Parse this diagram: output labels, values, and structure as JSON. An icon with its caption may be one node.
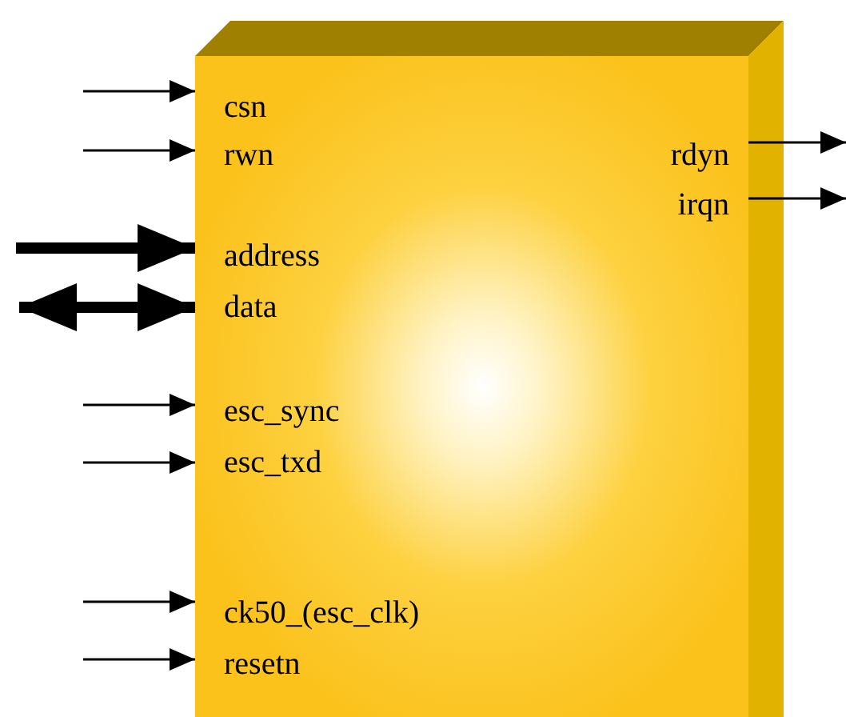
{
  "diagram": {
    "nodes": [
      {
        "text": [],
        "shape": "box"
      },
      {
        "text": [
          "csn"
        ],
        "in": 0
      },
      {
        "text": [
          "rwn"
        ],
        "in": 0
      },
      {
        "text": [
          "address"
        ],
        "in": 0
      },
      {
        "text": [
          "data"
        ],
        "in": 0
      },
      {
        "text": [
          "esc_sync"
        ],
        "in": 0
      },
      {
        "text": [
          "esc_txd"
        ],
        "in": 0
      },
      {
        "text": [
          "ck50_(esc_clk)"
        ],
        "in": 0
      },
      {
        "text": [
          "resetn"
        ],
        "in": 0
      },
      {
        "text": [
          "rdyn"
        ],
        "in": 0
      },
      {
        "text": [
          "irqn"
        ],
        "in": 0
      }
    ],
    "edges": [
      {
        "from": null,
        "to": 1,
        "arrow": "to"
      },
      {
        "from": null,
        "to": 2,
        "arrow": "to"
      },
      {
        "from": null,
        "to": 3,
        "arrow": "to",
        "style": "thick"
      },
      {
        "from": null,
        "to": 4,
        "arrow": "both",
        "style": "thick"
      },
      {
        "from": null,
        "to": 5,
        "arrow": "to"
      },
      {
        "from": null,
        "to": 6,
        "arrow": "to"
      },
      {
        "from": null,
        "to": 7,
        "arrow": "to"
      },
      {
        "from": null,
        "to": 8,
        "arrow": "to"
      },
      {
        "from": 9,
        "to": null,
        "arrow": "to"
      },
      {
        "from": 10,
        "to": null,
        "arrow": "to"
      }
    ]
  }
}
